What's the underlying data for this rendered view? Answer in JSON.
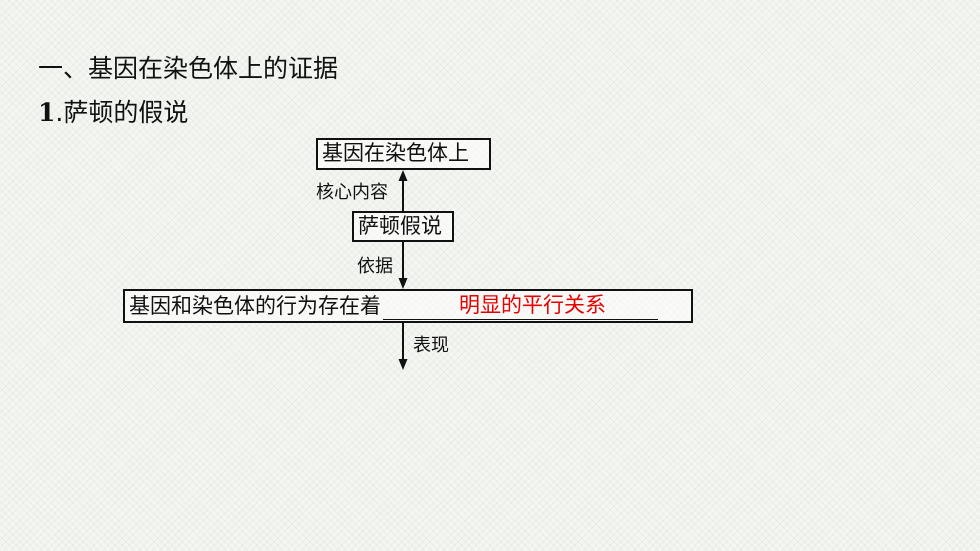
{
  "heading": "一、基因在染色体上的证据",
  "subheading": {
    "number": "1",
    "text": ".萨顿的假说"
  },
  "diagram": {
    "top_box": "基因在染色体上",
    "label_core": "核心内容",
    "middle_box": "萨顿假说",
    "label_basis": "依据",
    "bottom_box_prefix": "基因和染色体的行为存在着",
    "bottom_box_answer": "明显的平行关系",
    "label_show": "表现"
  },
  "colors": {
    "answer": "#e60000",
    "text": "#111111"
  }
}
